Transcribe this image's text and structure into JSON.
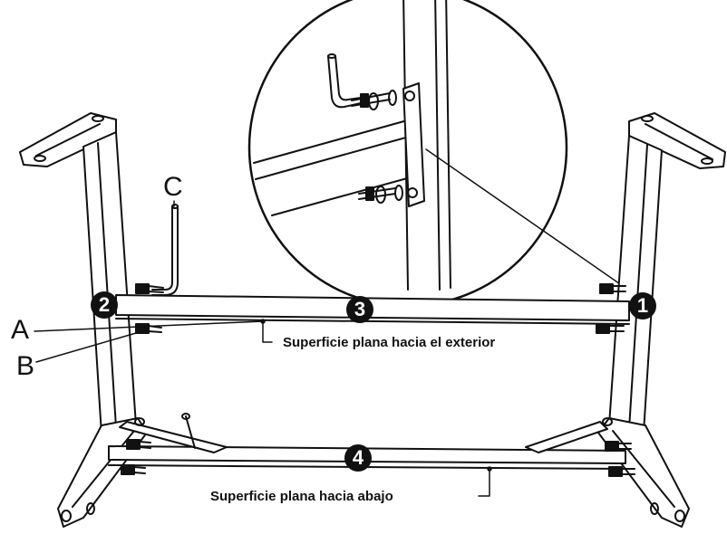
{
  "parts": {
    "a": "A",
    "b": "B",
    "c": "C"
  },
  "steps": [
    "1",
    "2",
    "3",
    "4"
  ],
  "notes": {
    "exterior": "Superficie plana hacia el exterior",
    "down": "Superficie plana hacia abajo"
  }
}
